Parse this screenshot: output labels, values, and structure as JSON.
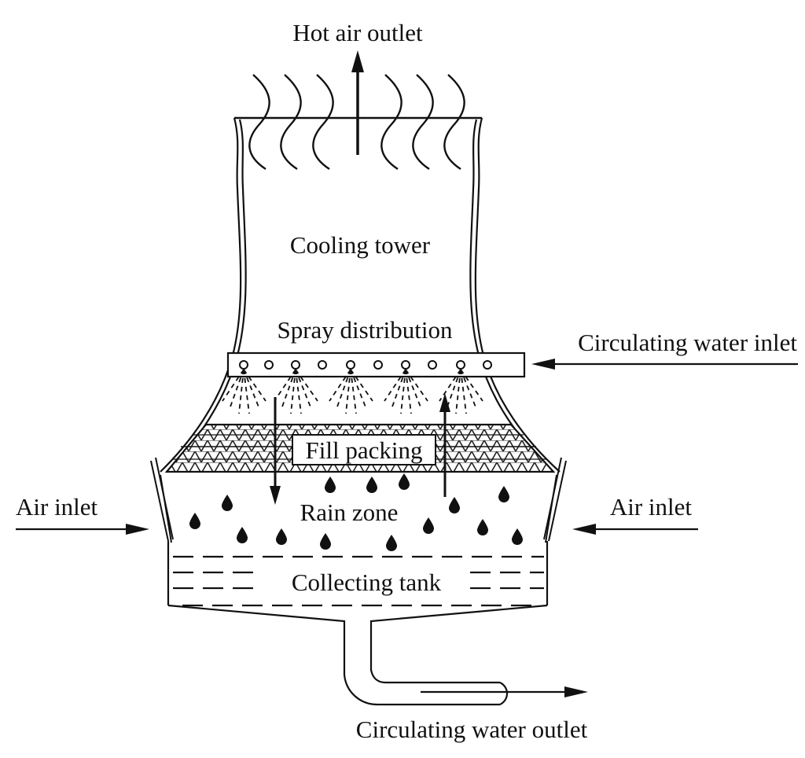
{
  "labels": {
    "hot_air_outlet": "Hot air outlet",
    "cooling_tower": "Cooling tower",
    "spray_distribution": "Spray distribution",
    "circulating_water_inlet": "Circulating water inlet",
    "fill_packing": "Fill packing",
    "air_inlet_left": "Air inlet",
    "air_inlet_right": "Air inlet",
    "rain_zone": "Rain zone",
    "collecting_tank": "Collecting tank",
    "circulating_water_outlet": "Circulating water outlet"
  },
  "colors": {
    "ink": "#111111",
    "background": "#ffffff"
  }
}
